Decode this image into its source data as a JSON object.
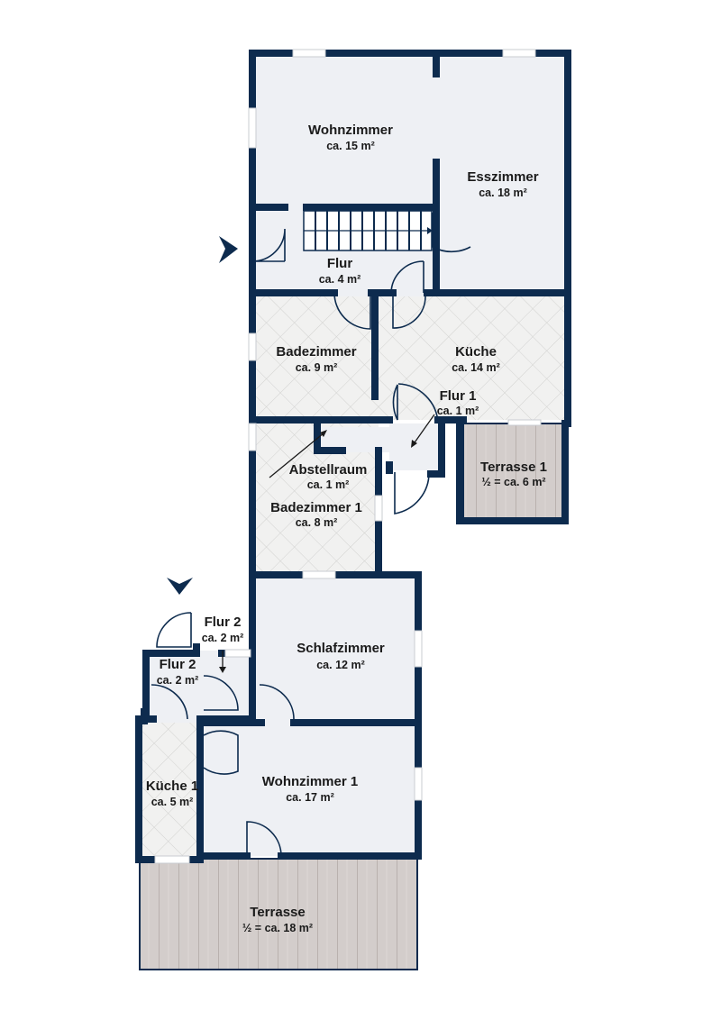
{
  "rooms": {
    "wohnzimmer": {
      "name": "Wohnzimmer",
      "area": "ca. 15 m²"
    },
    "esszimmer": {
      "name": "Esszimmer",
      "area": "ca. 18 m²"
    },
    "flur": {
      "name": "Flur",
      "area": "ca. 4 m²"
    },
    "badezimmer": {
      "name": "Badezimmer",
      "area": "ca. 9 m²"
    },
    "kueche": {
      "name": "Küche",
      "area": "ca. 14 m²"
    },
    "flur1": {
      "name": "Flur 1",
      "area": "ca. 1 m²"
    },
    "abstellraum": {
      "name": "Abstellraum",
      "area": "ca. 1 m²"
    },
    "badezimmer1": {
      "name": "Badezimmer 1",
      "area": "ca. 8 m²"
    },
    "terrasse1": {
      "name": "Terrasse 1",
      "area": "½ = ca. 6 m²"
    },
    "flur2a": {
      "name": "Flur 2",
      "area": "ca. 2 m²"
    },
    "flur2b": {
      "name": "Flur 2",
      "area": "ca. 2 m²"
    },
    "schlafzimmer": {
      "name": "Schlafzimmer",
      "area": "ca. 12 m²"
    },
    "kueche1": {
      "name": "Küche 1",
      "area": "ca. 5 m²"
    },
    "wohnzimmer1": {
      "name": "Wohnzimmer 1",
      "area": "ca. 17 m²"
    },
    "terrasse": {
      "name": "Terrasse",
      "area": "½ = ca. 18 m²"
    }
  },
  "colors": {
    "wall": "#0d2b4e",
    "floor": "#eef0f4",
    "terrace": "#cfc8c6"
  }
}
